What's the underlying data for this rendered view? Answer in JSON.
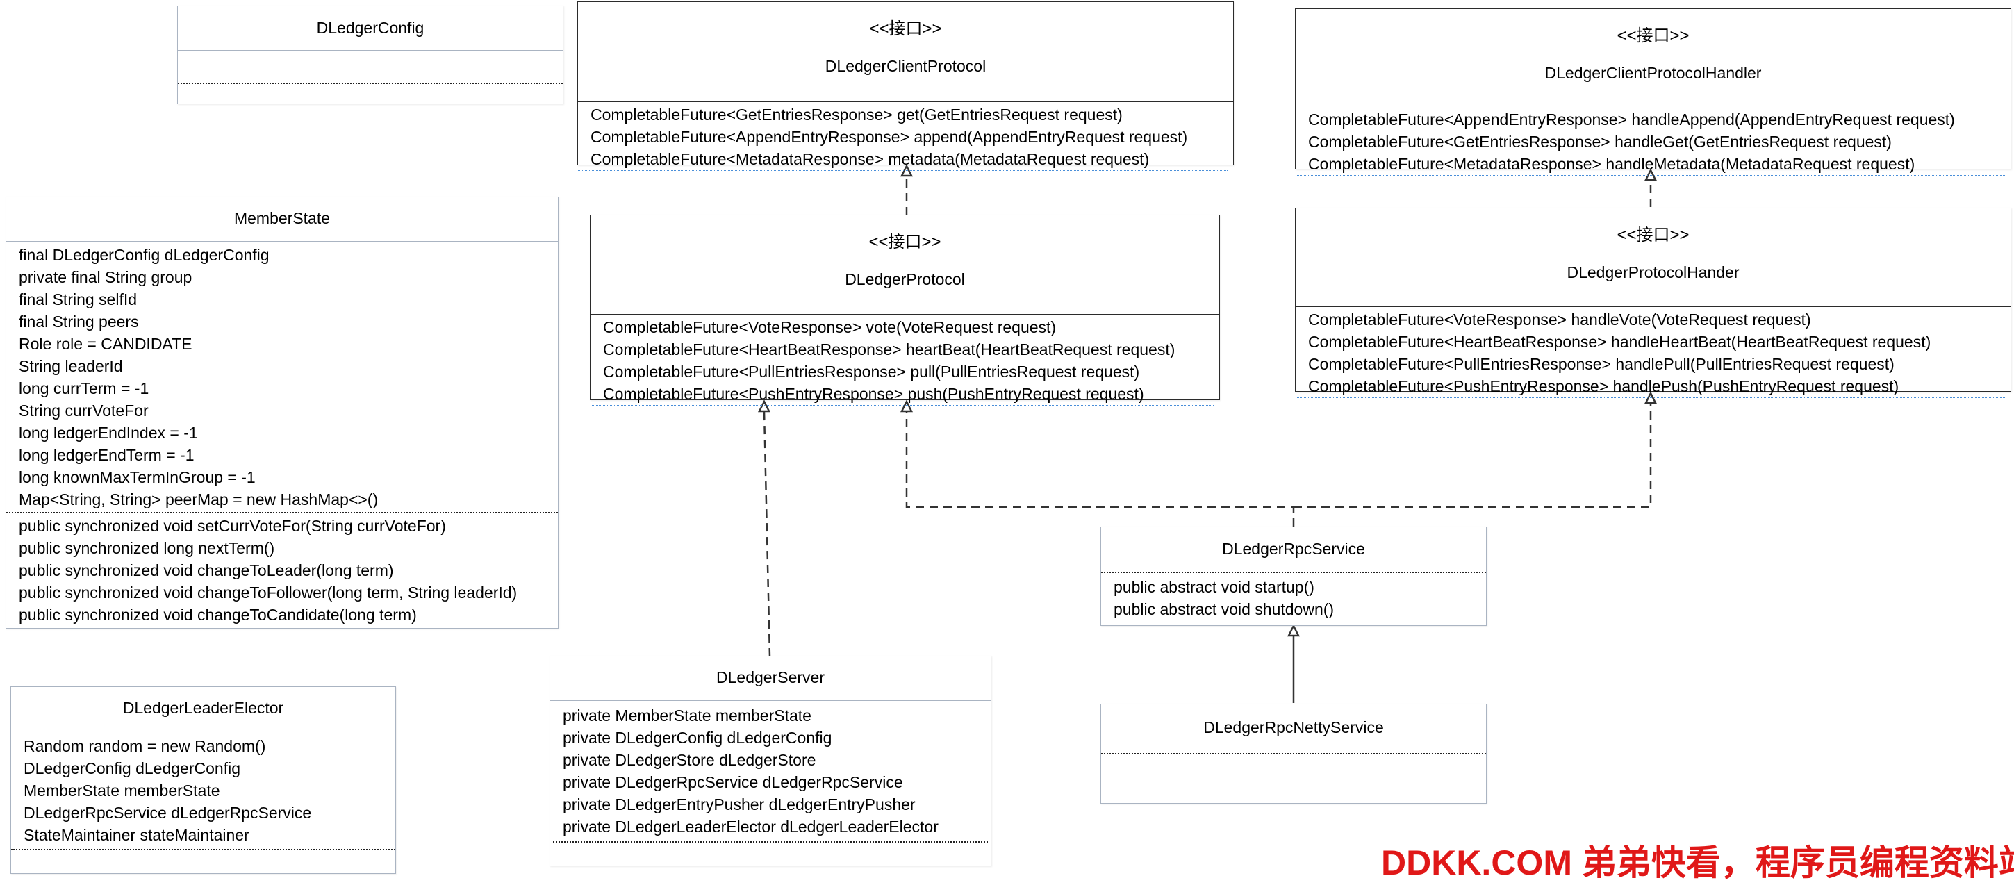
{
  "classes": {
    "dledger_config": {
      "name": "DLedgerConfig",
      "attributes": [],
      "methods": []
    },
    "member_state": {
      "name": "MemberState",
      "attributes": [
        "final DLedgerConfig dLedgerConfig",
        "private final String group",
        "final String selfId",
        "final String peers",
        "Role role = CANDIDATE",
        "String leaderId",
        "long currTerm = -1",
        "String currVoteFor",
        "long ledgerEndIndex = -1",
        "long ledgerEndTerm = -1",
        "long knownMaxTermInGroup = -1",
        "Map<String, String> peerMap = new HashMap<>()"
      ],
      "methods": [
        "public synchronized void setCurrVoteFor(String currVoteFor)",
        "public synchronized long nextTerm()",
        "public synchronized void changeToLeader(long term)",
        "public synchronized void changeToFollower(long term, String leaderId)",
        "public synchronized void changeToCandidate(long term)"
      ]
    },
    "dledger_leader_elector": {
      "name": "DLedgerLeaderElector",
      "attributes": [
        "Random random = new Random()",
        "DLedgerConfig dLedgerConfig",
        "MemberState memberState",
        "DLedgerRpcService dLedgerRpcService",
        "StateMaintainer stateMaintainer"
      ],
      "methods": []
    },
    "dledger_client_protocol": {
      "stereotype": "<<接口>>",
      "name": "DLedgerClientProtocol",
      "methods": [
        "CompletableFuture<GetEntriesResponse> get(GetEntriesRequest request)",
        "CompletableFuture<AppendEntryResponse> append(AppendEntryRequest request)",
        "CompletableFuture<MetadataResponse> metadata(MetadataRequest request)"
      ]
    },
    "dledger_protocol": {
      "stereotype": "<<接口>>",
      "name": "DLedgerProtocol",
      "methods": [
        "CompletableFuture<VoteResponse> vote(VoteRequest request)",
        "CompletableFuture<HeartBeatResponse> heartBeat(HeartBeatRequest request)",
        "CompletableFuture<PullEntriesResponse> pull(PullEntriesRequest request)",
        "CompletableFuture<PushEntryResponse> push(PushEntryRequest request)"
      ]
    },
    "dledger_client_protocol_handler": {
      "stereotype": "<<接口>>",
      "name": "DLedgerClientProtocolHandler",
      "methods": [
        "CompletableFuture<AppendEntryResponse> handleAppend(AppendEntryRequest request)",
        "CompletableFuture<GetEntriesResponse> handleGet(GetEntriesRequest request)",
        "CompletableFuture<MetadataResponse> handleMetadata(MetadataRequest request)"
      ]
    },
    "dledger_protocol_hander": {
      "stereotype": "<<接口>>",
      "name": "DLedgerProtocolHander",
      "methods": [
        "CompletableFuture<VoteResponse> handleVote(VoteRequest request)",
        "CompletableFuture<HeartBeatResponse> handleHeartBeat(HeartBeatRequest request)",
        "CompletableFuture<PullEntriesResponse> handlePull(PullEntriesRequest request)",
        "CompletableFuture<PushEntryResponse> handlePush(PushEntryRequest request)"
      ]
    },
    "dledger_rpc_service": {
      "name": "DLedgerRpcService",
      "attributes": [],
      "methods": [
        "public abstract void startup()",
        "public abstract void shutdown()"
      ]
    },
    "dledger_server": {
      "name": "DLedgerServer",
      "attributes": [
        "private MemberState memberState",
        "private DLedgerConfig dLedgerConfig",
        "private DLedgerStore dLedgerStore",
        "private DLedgerRpcService dLedgerRpcService",
        "private DLedgerEntryPusher dLedgerEntryPusher",
        "private DLedgerLeaderElector dLedgerLeaderElector"
      ],
      "methods": []
    },
    "dledger_rpc_netty_service": {
      "name": "DLedgerRpcNettyService",
      "attributes": [],
      "methods": []
    }
  },
  "relations": [
    {
      "from": "DLedgerProtocol",
      "to": "DLedgerClientProtocol",
      "type": "realization"
    },
    {
      "from": "DLedgerProtocolHander",
      "to": "DLedgerClientProtocolHandler",
      "type": "realization"
    },
    {
      "from": "DLedgerServer",
      "to": "DLedgerProtocol",
      "type": "realization"
    },
    {
      "from": "DLedgerRpcService",
      "to": "DLedgerProtocol",
      "type": "realization"
    },
    {
      "from": "DLedgerRpcService",
      "to": "DLedgerProtocolHander",
      "type": "realization"
    },
    {
      "from": "DLedgerRpcNettyService",
      "to": "DLedgerRpcService",
      "type": "generalization"
    }
  ],
  "watermark": "DDKK.COM 弟弟快看，程序员编程资料站",
  "colors": {
    "line": "#333333",
    "box_border": "#aab4c2",
    "watermark": "#e01818"
  }
}
